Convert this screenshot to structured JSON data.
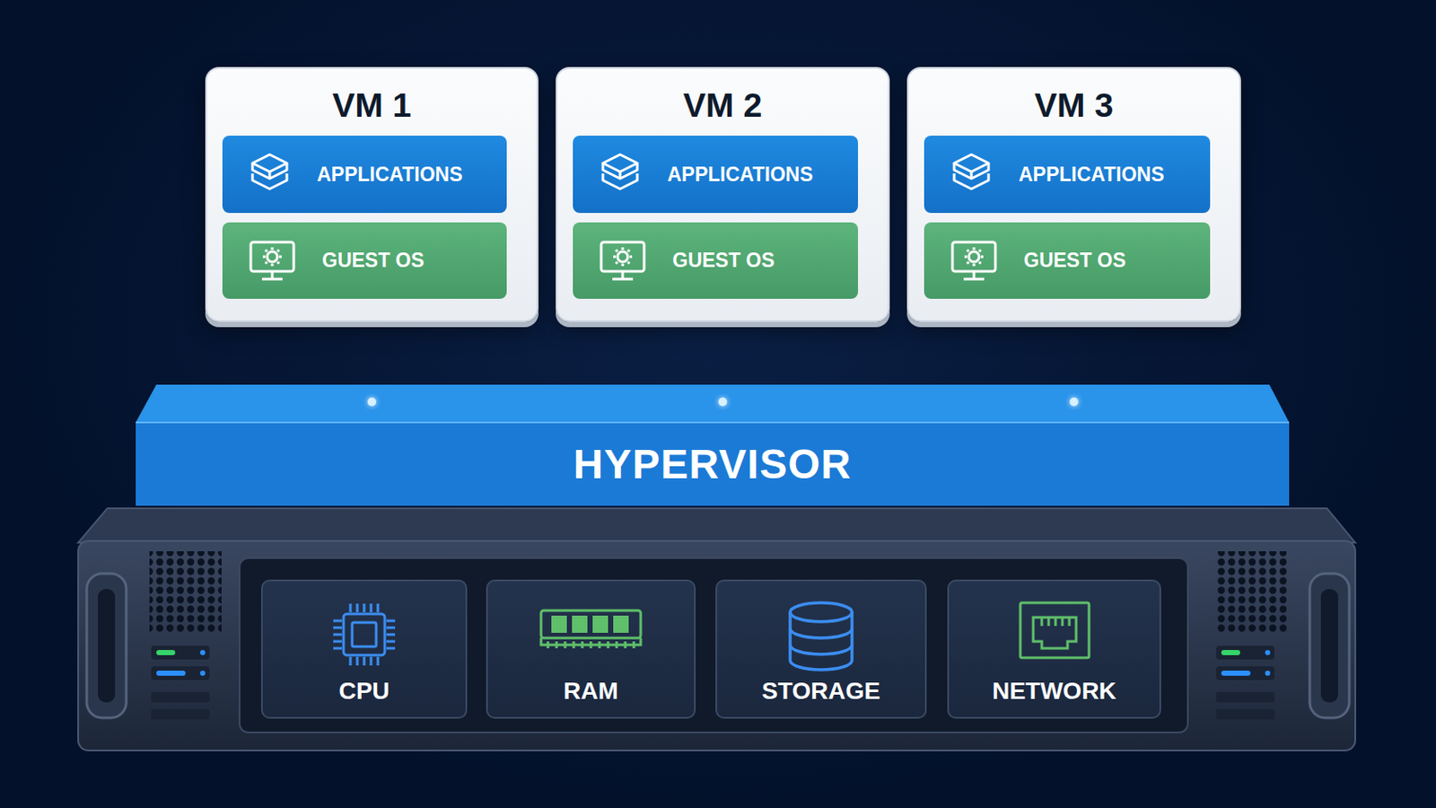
{
  "diagram": {
    "nodes": [
      {
        "text": [
          "VM 1"
        ]
      },
      {
        "text": [
          "APPLICATIONS"
        ],
        "in": 0
      },
      {
        "text": [
          "GUEST OS"
        ],
        "in": 0
      },
      {
        "text": [
          "VM 2"
        ]
      },
      {
        "text": [
          "APPLICATIONS"
        ],
        "in": 3
      },
      {
        "text": [
          "GUEST OS"
        ],
        "in": 3
      },
      {
        "text": [
          "VM 3"
        ]
      },
      {
        "text": [
          "APPLICATIONS"
        ],
        "in": 6
      },
      {
        "text": [
          "GUEST OS"
        ],
        "in": 6
      },
      {
        "text": [
          "HYPERVISOR"
        ]
      },
      {
        "text": [
          "CPU"
        ]
      },
      {
        "text": [
          "RAM"
        ]
      },
      {
        "text": [
          "STORAGE"
        ]
      },
      {
        "text": [
          "NETWORK"
        ]
      }
    ],
    "edges": [
      {
        "from": 9,
        "to": 0,
        "arrow": "to"
      },
      {
        "from": 9,
        "to": 3,
        "arrow": "to"
      },
      {
        "from": 9,
        "to": 6,
        "arrow": "to"
      }
    ]
  }
}
